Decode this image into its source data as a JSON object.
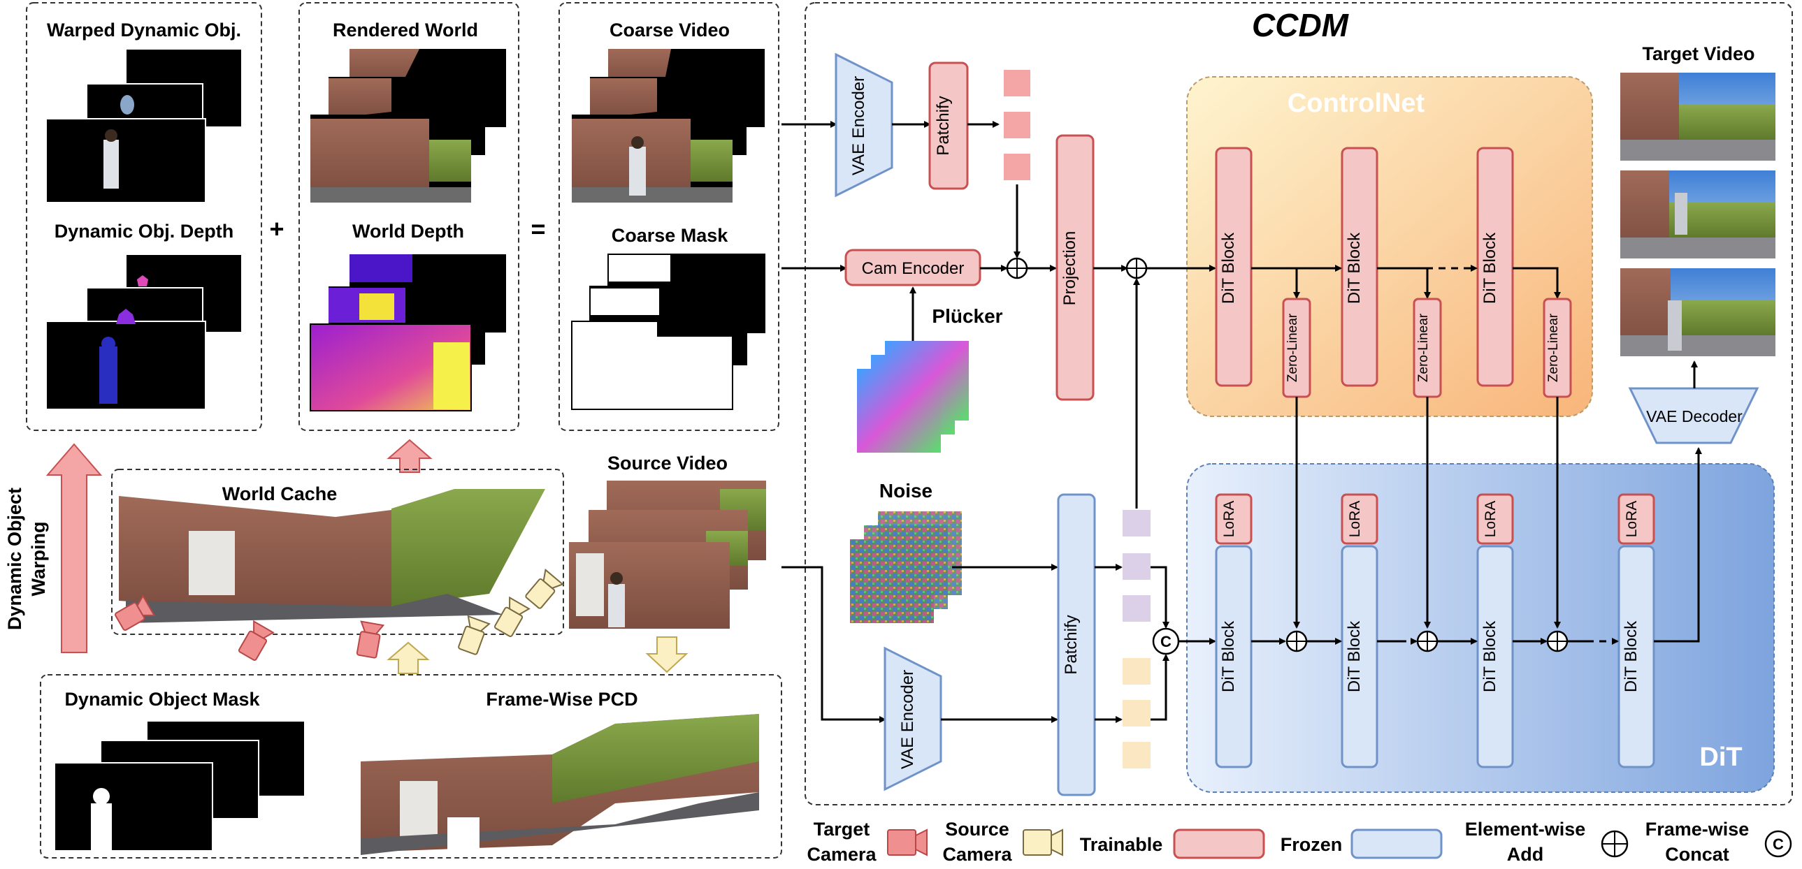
{
  "title": "CCDM",
  "left": {
    "warped_dynamic_obj": "Warped Dynamic Obj.",
    "rendered_world": "Rendered World",
    "coarse_video": "Coarse Video",
    "dynamic_obj_depth": "Dynamic Obj. Depth",
    "world_depth": "World Depth",
    "coarse_mask": "Coarse Mask",
    "plus": "+",
    "equals": "=",
    "warping_line1": "Dynamic Object",
    "warping_line2": "Warping",
    "world_cache": "World Cache",
    "source_video": "Source Video",
    "dynamic_object_mask": "Dynamic Object Mask",
    "frame_wise_pcd": "Frame-Wise PCD"
  },
  "model": {
    "vae_encoder": "VAE Encoder",
    "patchify": "Patchify",
    "cam_encoder": "Cam Encoder",
    "plucker": "Plücker",
    "projection": "Projection",
    "noise": "Noise",
    "controlnet": "ControlNet",
    "dit": "DiT",
    "dit_block": "DiT Block",
    "zero_linear": "Zero-Linear",
    "lora": "LoRA",
    "concat_symbol": "C",
    "target_video": "Target Video",
    "vae_decoder": "VAE Decoder"
  },
  "legend": {
    "target_camera_1": "Target",
    "target_camera_2": "Camera",
    "source_camera_1": "Source",
    "source_camera_2": "Camera",
    "trainable": "Trainable",
    "frozen": "Frozen",
    "elementwise_1": "Element-wise",
    "elementwise_2": "Add",
    "framewise_1": "Frame-wise",
    "framewise_2": "Concat",
    "concat_symbol": "C"
  },
  "colors": {
    "trainable_fill": "#f4c6c6",
    "trainable_stroke": "#c85050",
    "frozen_fill": "#d8e6f8",
    "frozen_stroke": "#6f93c9",
    "source_camera": "#fbefc4",
    "target_camera": "#ef8f8f",
    "controlnet_top": "#fdf1c4",
    "controlnet_bottom": "#f7b97e",
    "dit_top": "#e6eefb",
    "dit_bottom": "#7ba2dc"
  }
}
